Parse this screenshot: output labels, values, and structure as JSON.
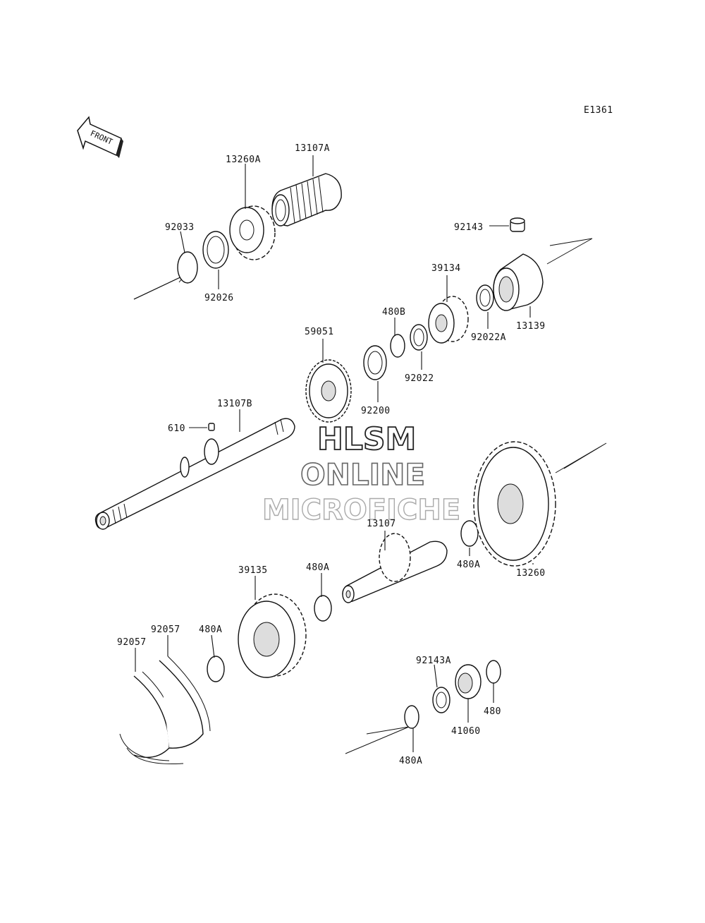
{
  "diagram_code": "E1361",
  "front_label": "FRONT",
  "watermark": {
    "line1": "HLSM",
    "line2": "ONLINE",
    "line3": "MICROFICHE"
  },
  "part_labels": {
    "p13107A": "13107A",
    "p13260A": "13260A",
    "p92033": "92033",
    "p92026": "92026",
    "p92143": "92143",
    "p39134": "39134",
    "p480B": "480B",
    "p13139": "13139",
    "p92022A": "92022A",
    "p92022": "92022",
    "p59051": "59051",
    "p92200": "92200",
    "p13107B": "13107B",
    "p610": "610",
    "p13107": "13107",
    "p480A_a": "480A",
    "p13260": "13260",
    "p39135": "39135",
    "p480A_b": "480A",
    "p92057_a": "92057",
    "p92057_b": "92057",
    "p480A_c": "480A",
    "p92143A": "92143A",
    "p480": "480",
    "p41060": "41060",
    "p480A_d": "480A"
  }
}
